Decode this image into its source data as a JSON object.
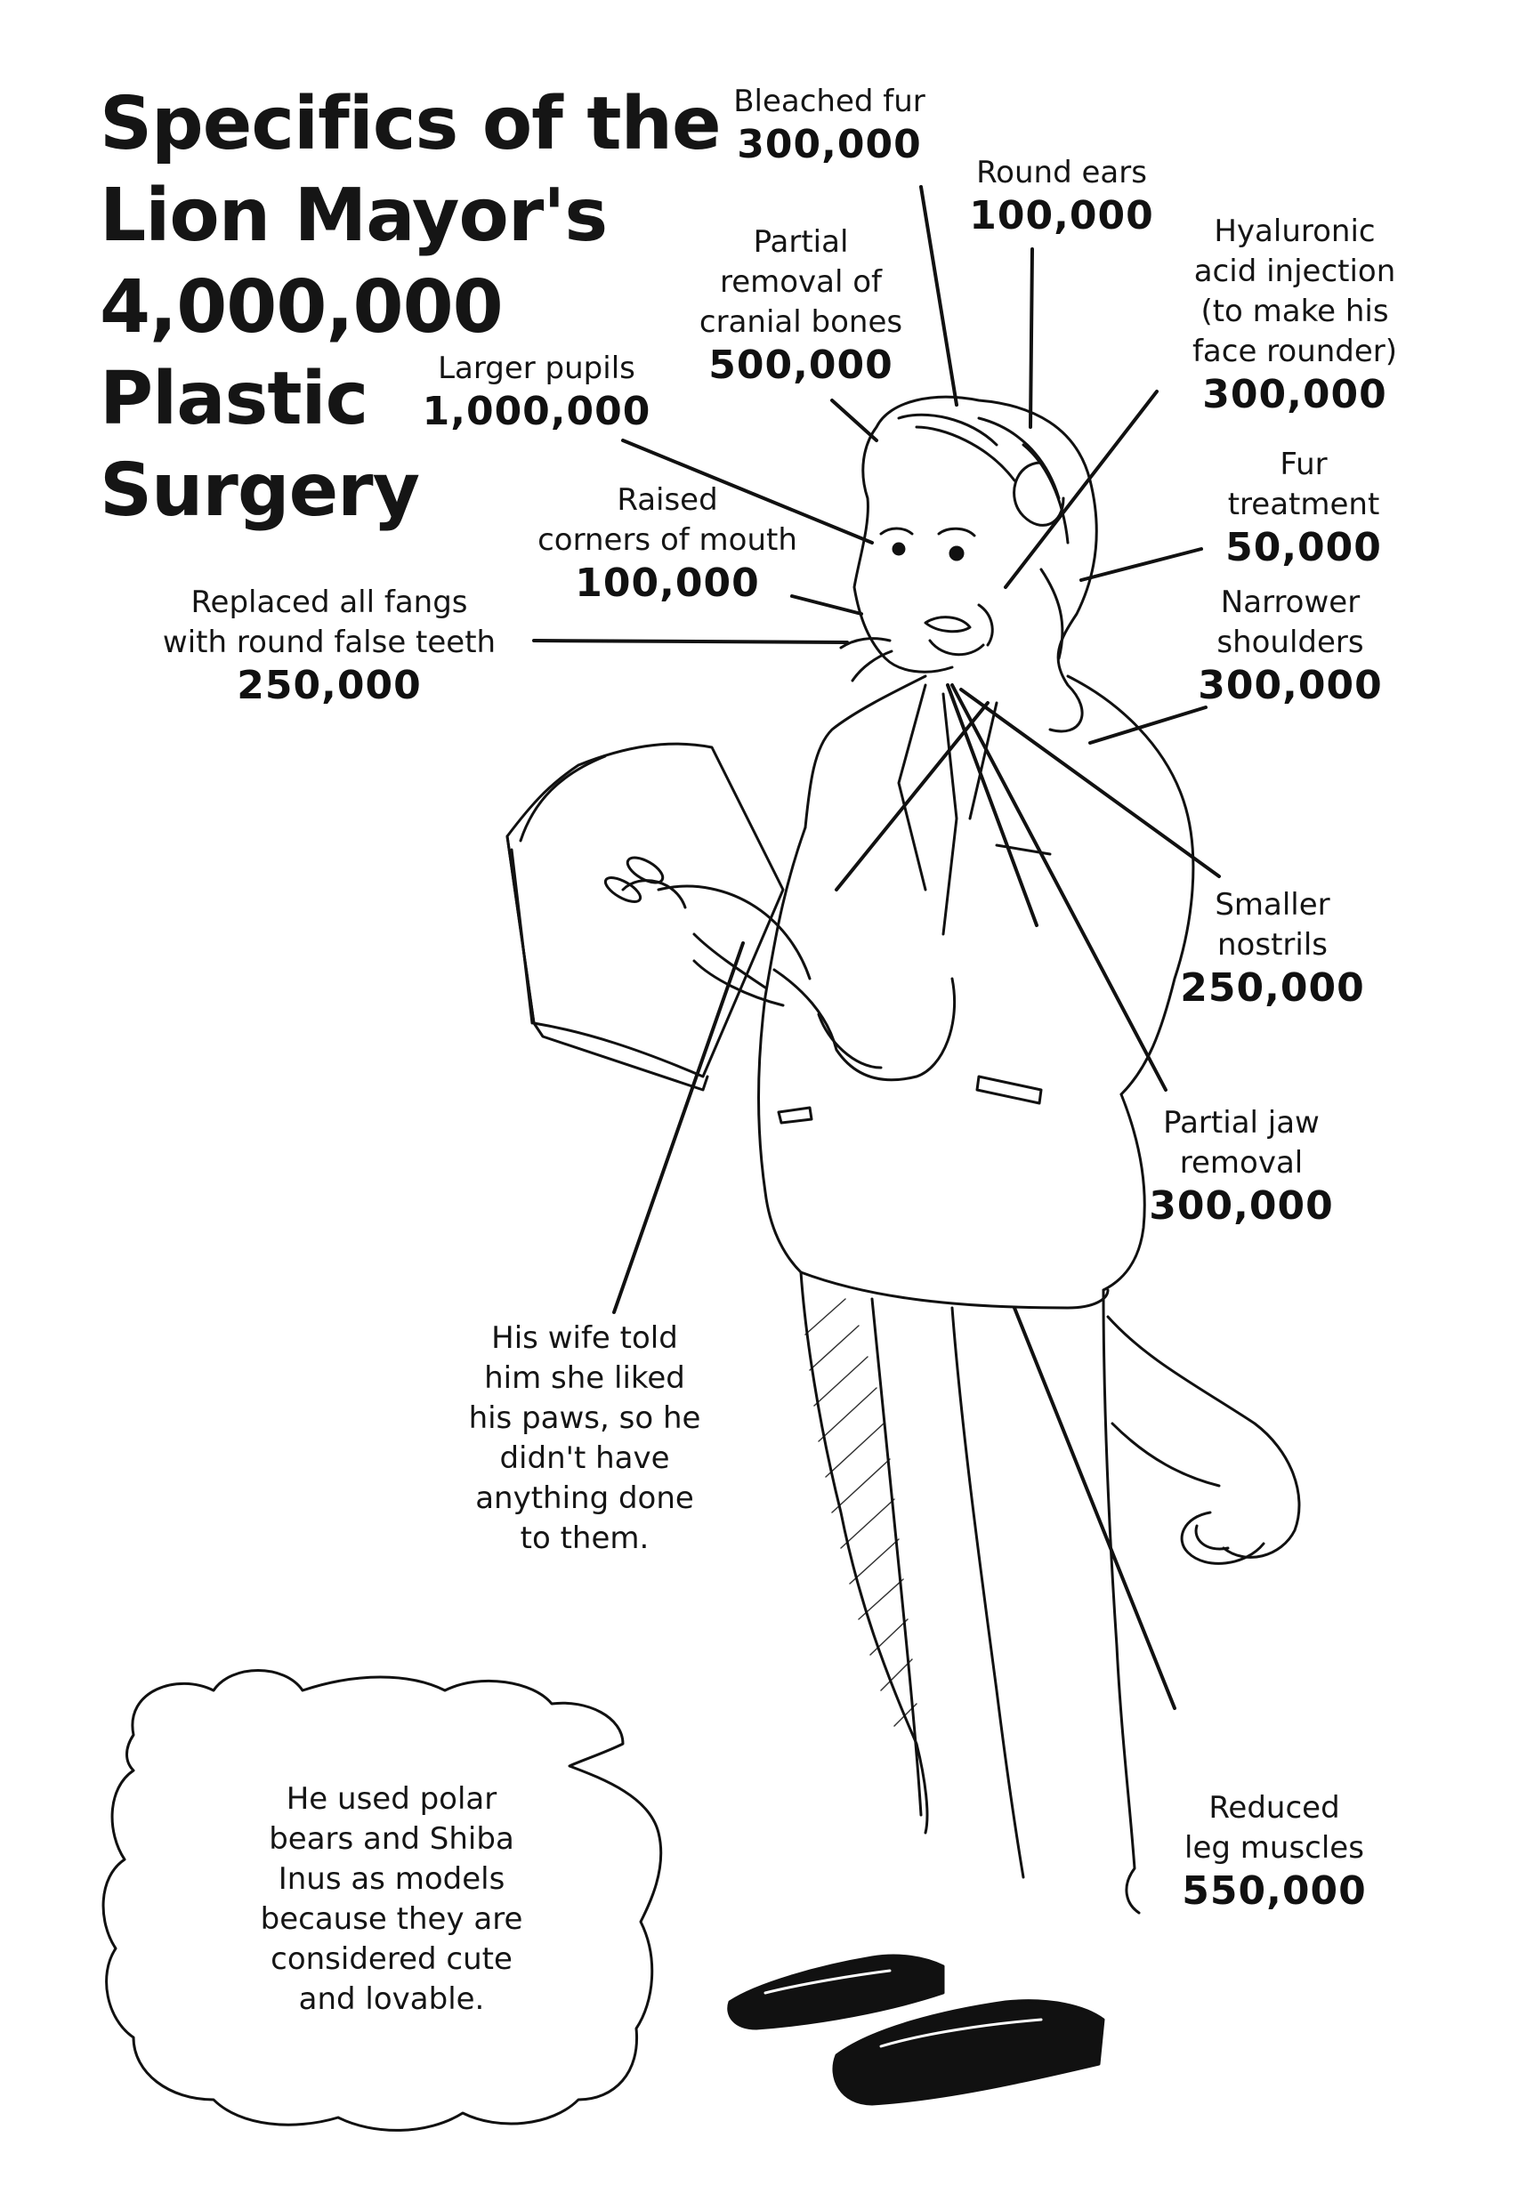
{
  "title": {
    "lines": [
      "Specifics of the",
      "Lion Mayor's",
      "4,000,000",
      "Plastic",
      "Surgery"
    ]
  },
  "labels": [
    {
      "id": "bleached-fur",
      "text": [
        "Bleached fur"
      ],
      "cost": "300,000"
    },
    {
      "id": "round-ears",
      "text": [
        "Round ears"
      ],
      "cost": "100,000"
    },
    {
      "id": "cranial-bones",
      "text": [
        "Partial",
        "removal of",
        "cranial bones"
      ],
      "cost": "500,000"
    },
    {
      "id": "hyaluronic-acid",
      "text": [
        "Hyaluronic",
        "acid injection",
        "(to make his",
        "face rounder)"
      ],
      "cost": "300,000"
    },
    {
      "id": "larger-pupils",
      "text": [
        "Larger pupils"
      ],
      "cost": "1,000,000"
    },
    {
      "id": "raised-mouth",
      "text": [
        "Raised",
        "corners of mouth"
      ],
      "cost": "100,000"
    },
    {
      "id": "false-teeth",
      "text": [
        "Replaced all fangs",
        "with round false teeth"
      ],
      "cost": "250,000"
    },
    {
      "id": "fur-treatment",
      "text": [
        "Fur",
        "treatment"
      ],
      "cost": "50,000"
    },
    {
      "id": "narrower-shoulders",
      "text": [
        "Narrower",
        "shoulders"
      ],
      "cost": "300,000"
    },
    {
      "id": "smaller-nostrils",
      "text": [
        "Smaller",
        "nostrils"
      ],
      "cost": "250,000"
    },
    {
      "id": "partial-jaw",
      "text": [
        "Partial jaw",
        "removal"
      ],
      "cost": "300,000"
    },
    {
      "id": "leg-muscles",
      "text": [
        "Reduced",
        "leg muscles"
      ],
      "cost": "550,000"
    }
  ],
  "notes": {
    "paws": [
      "His wife told",
      "him she liked",
      "his paws, so he",
      "didn't have",
      "anything done",
      "to them."
    ],
    "cloud": [
      "He used polar",
      "bears and Shiba",
      "Inus as models",
      "because they are",
      "considered cute",
      "and lovable."
    ]
  },
  "colors": {
    "ink": "#111111",
    "paper": "#ffffff"
  }
}
